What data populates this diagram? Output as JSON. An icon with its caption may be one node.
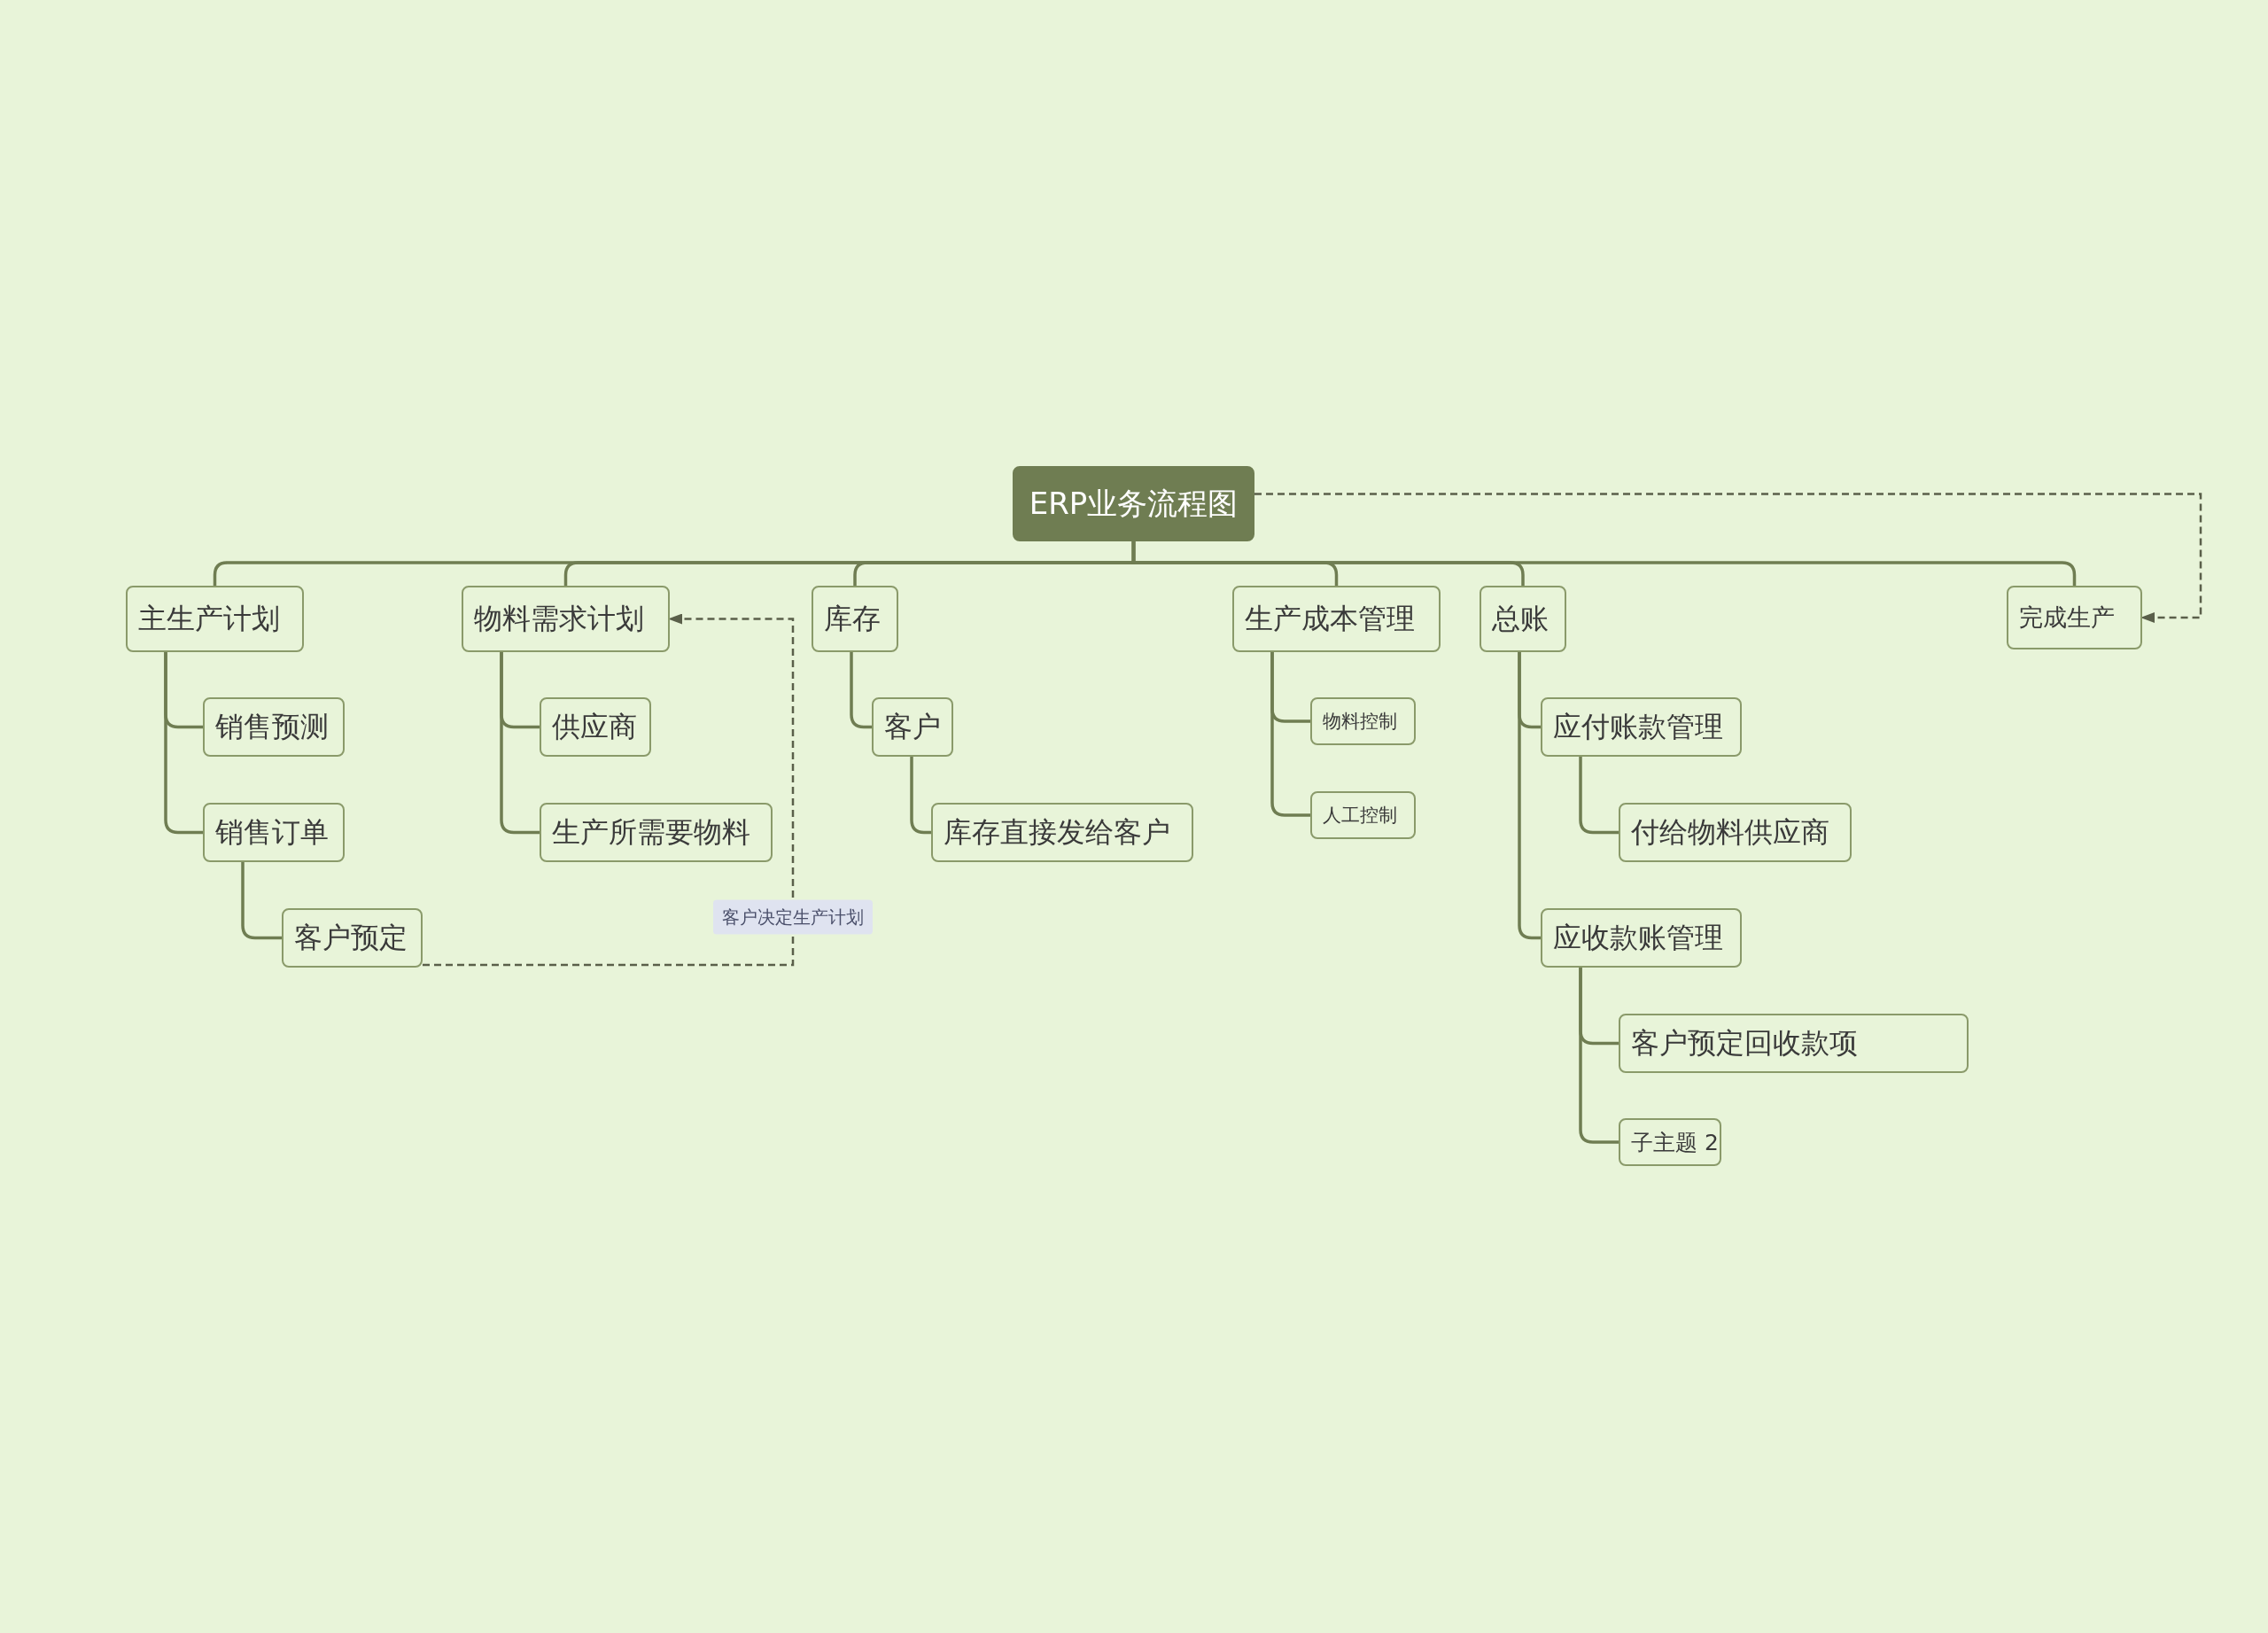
{
  "diagram": {
    "nodes": [
      {
        "text": [
          "ERP业务流程图"
        ]
      },
      {
        "text": [
          "主生产计划"
        ]
      },
      {
        "text": [
          "销售预测"
        ]
      },
      {
        "text": [
          "销售订单"
        ]
      },
      {
        "text": [
          "客户预定"
        ]
      },
      {
        "text": [
          "物料需求计划"
        ]
      },
      {
        "text": [
          "供应商"
        ]
      },
      {
        "text": [
          "生产所需要物料"
        ]
      },
      {
        "text": [
          "库存"
        ]
      },
      {
        "text": [
          "客户"
        ]
      },
      {
        "text": [
          "库存直接发给客户"
        ]
      },
      {
        "text": [
          "生产成本管理"
        ]
      },
      {
        "text": [
          "物料控制"
        ]
      },
      {
        "text": [
          "人工控制"
        ]
      },
      {
        "text": [
          "总账"
        ]
      },
      {
        "text": [
          "应付账款管理"
        ]
      },
      {
        "text": [
          "付给物料供应商"
        ]
      },
      {
        "text": [
          "应收款账管理"
        ]
      },
      {
        "text": [
          "客户预定回收款项"
        ]
      },
      {
        "text": [
          "子主题 2"
        ]
      },
      {
        "text": [
          "完成生产"
        ]
      }
    ],
    "edges": [
      {
        "from": 0,
        "to": 1,
        "arrow": "none"
      },
      {
        "from": 0,
        "to": 5,
        "arrow": "none"
      },
      {
        "from": 0,
        "to": 8,
        "arrow": "none"
      },
      {
        "from": 0,
        "to": 11,
        "arrow": "none"
      },
      {
        "from": 0,
        "to": 14,
        "arrow": "none"
      },
      {
        "from": 0,
        "to": 20,
        "arrow": "none"
      },
      {
        "from": 1,
        "to": 2,
        "arrow": "none"
      },
      {
        "from": 1,
        "to": 3,
        "arrow": "none"
      },
      {
        "from": 3,
        "to": 4,
        "arrow": "none"
      },
      {
        "from": 5,
        "to": 6,
        "arrow": "none"
      },
      {
        "from": 5,
        "to": 7,
        "arrow": "none"
      },
      {
        "from": 8,
        "to": 9,
        "arrow": "none"
      },
      {
        "from": 9,
        "to": 10,
        "arrow": "none"
      },
      {
        "from": 11,
        "to": 12,
        "arrow": "none"
      },
      {
        "from": 11,
        "to": 13,
        "arrow": "none"
      },
      {
        "from": 14,
        "to": 15,
        "arrow": "none"
      },
      {
        "from": 15,
        "to": 16,
        "arrow": "none"
      },
      {
        "from": 14,
        "to": 17,
        "arrow": "none"
      },
      {
        "from": 17,
        "to": 18,
        "arrow": "none"
      },
      {
        "from": 17,
        "to": 19,
        "arrow": "none"
      },
      {
        "from": 4,
        "to": 5,
        "arrow": "to",
        "style": "dashed",
        "color": "#5a5f4a",
        "label": "客户决定生产计划"
      },
      {
        "from": 0,
        "to": 20,
        "arrow": "to",
        "style": "dashed",
        "color": "#5a5f4a"
      }
    ]
  }
}
